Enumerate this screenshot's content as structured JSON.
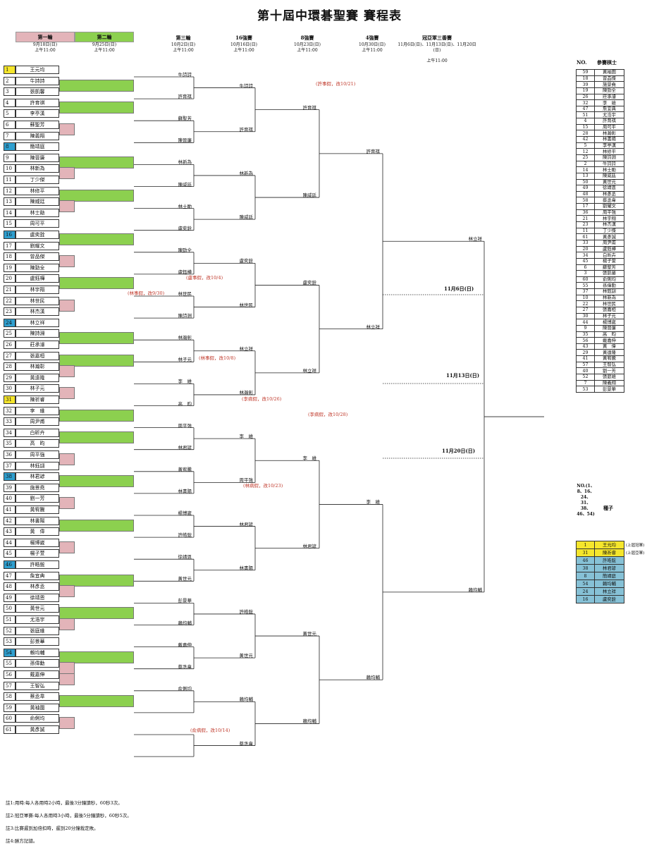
{
  "title": "第十屆中環碁聖賽 賽程表",
  "rounds": [
    {
      "name": "第一輪",
      "date": "9月18日(日)",
      "time": "上午11:00"
    },
    {
      "name": "第二輪",
      "date": "9月25日(日)",
      "time": "上午11:00"
    },
    {
      "name": "第三輪",
      "date": "10月2日(日)",
      "time": "上午11:00"
    },
    {
      "name": "16強賽",
      "date": "10月16日(日)",
      "time": "上午11:00"
    },
    {
      "name": "8強賽",
      "date": "10月23日(日)",
      "time": "上午11:00"
    },
    {
      "name": "4強賽",
      "date": "10月30日(日)",
      "time": "上午11:00"
    },
    {
      "name": "冠亞軍三番賽",
      "date": "11月6日(日)、11月13日(日)、11月20日(日)",
      "time": "上午11:00"
    }
  ],
  "colors": {
    "round1": "#e3b4b9",
    "round2": "#8cd04f",
    "seed_top": "#f5e62c",
    "seed_other": "#2f9fcf",
    "seed_table": "#86c1d6",
    "note": "#c0392b"
  },
  "players": [
    {
      "no": "1",
      "name": "王元均",
      "seed": "top"
    },
    {
      "no": "2",
      "name": "牛詩詩"
    },
    {
      "no": "3",
      "name": "張凱馨"
    },
    {
      "no": "4",
      "name": "許育祺"
    },
    {
      "no": "5",
      "name": "李亭漢"
    },
    {
      "no": "6",
      "name": "蘇聖芳"
    },
    {
      "no": "7",
      "name": "陳義翔"
    },
    {
      "no": "8",
      "name": "簡靖庭",
      "seed": "other"
    },
    {
      "no": "9",
      "name": "陳晉廉"
    },
    {
      "no": "10",
      "name": "林新為"
    },
    {
      "no": "11",
      "name": "丁少傑"
    },
    {
      "no": "12",
      "name": "林修平"
    },
    {
      "no": "13",
      "name": "陳威廷"
    },
    {
      "no": "14",
      "name": "林士勛"
    },
    {
      "no": "15",
      "name": "周可平"
    },
    {
      "no": "16",
      "name": "盧奕銓",
      "seed": "other"
    },
    {
      "no": "17",
      "name": "劉耀文"
    },
    {
      "no": "18",
      "name": "曾品傑"
    },
    {
      "no": "19",
      "name": "陳勁全"
    },
    {
      "no": "20",
      "name": "盧鈺樺"
    },
    {
      "no": "21",
      "name": "林宇翔"
    },
    {
      "no": "22",
      "name": "林世民"
    },
    {
      "no": "23",
      "name": "林杰漢"
    },
    {
      "no": "24",
      "name": "林立祥",
      "seed": "other"
    },
    {
      "no": "25",
      "name": "陳詩淵"
    },
    {
      "no": "26",
      "name": "莊承濬"
    },
    {
      "no": "27",
      "name": "張嘉桓"
    },
    {
      "no": "28",
      "name": "林瀚彰"
    },
    {
      "no": "29",
      "name": "黃遠隆"
    },
    {
      "no": "30",
      "name": "林子元"
    },
    {
      "no": "31",
      "name": "陳祈睿",
      "seed": "top"
    },
    {
      "no": "32",
      "name": "李　維"
    },
    {
      "no": "33",
      "name": "周尹甫"
    },
    {
      "no": "34",
      "name": "白昕卉"
    },
    {
      "no": "35",
      "name": "高　昀"
    },
    {
      "no": "36",
      "name": "周平強"
    },
    {
      "no": "37",
      "name": "林鈺翃"
    },
    {
      "no": "38",
      "name": "林君諺",
      "seed": "other"
    },
    {
      "no": "39",
      "name": "施景堯"
    },
    {
      "no": "40",
      "name": "劉一芳"
    },
    {
      "no": "41",
      "name": "黃宥騰"
    },
    {
      "no": "42",
      "name": "林書陽"
    },
    {
      "no": "43",
      "name": "黃　偉"
    },
    {
      "no": "44",
      "name": "楊博崴"
    },
    {
      "no": "45",
      "name": "楊子萱"
    },
    {
      "no": "46",
      "name": "許皓鋐",
      "seed": "other"
    },
    {
      "no": "47",
      "name": "詹宜典"
    },
    {
      "no": "48",
      "name": "林彥丞"
    },
    {
      "no": "49",
      "name": "徐靖恩"
    },
    {
      "no": "50",
      "name": "黃世元"
    },
    {
      "no": "51",
      "name": "尤浩宇"
    },
    {
      "no": "52",
      "name": "張庭維"
    },
    {
      "no": "53",
      "name": "彭景華"
    },
    {
      "no": "54",
      "name": "賴均輔",
      "seed": "other"
    },
    {
      "no": "55",
      "name": "孫偉勳"
    },
    {
      "no": "56",
      "name": "戴嘉伸"
    },
    {
      "no": "57",
      "name": "王智弘"
    },
    {
      "no": "58",
      "name": "蔡丞韋"
    },
    {
      "no": "59",
      "name": "黃袖圍"
    },
    {
      "no": "60",
      "name": "俞俐均"
    },
    {
      "no": "61",
      "name": "黃彥誠"
    }
  ],
  "r3_winners": [
    "牛詩詩",
    "許育祺",
    "蘇聖芳",
    "陳晉廉",
    "林新為",
    "陳威廷",
    "林士勛",
    "盧奕銓",
    "陳勁全",
    "盧鈺樺",
    "林世民",
    "陳詩淵",
    "林瀚彰",
    "林子元",
    "李　維",
    "高　昀",
    "周平強",
    "林君諺",
    "黃宥騰",
    "林書陽",
    "楊博崴",
    "許皓鋐",
    "徐靖恩",
    "黃世元",
    "彭景華",
    "賴均輔",
    "戴嘉伸",
    "蔡丞韋",
    "俞俐均"
  ],
  "r16_winners": [
    "牛詩詩",
    "許育祺",
    "林新為",
    "陳威廷",
    "盧奕銓",
    "林世民",
    "林立祥",
    "林瀚彰",
    "李　維",
    "周平強",
    "林君諺",
    "林書陽",
    "許皓鋐",
    "黃世元",
    "賴均輔",
    "蔡丞韋"
  ],
  "r8_winners": [
    "許育祺",
    "陳威廷",
    "盧奕銓",
    "林立祥",
    "李　維",
    "林君諺",
    "黃世元",
    "賴均輔"
  ],
  "r4_winners": [
    "許育祺",
    "林立祥",
    "李　維",
    "賴均輔"
  ],
  "final_winners": [
    "林立祥",
    "賴均輔"
  ],
  "notes": [
    "(許事假，改10/21)",
    "(盧事假，改10/4)",
    "(林事假，改9/30)",
    "(林事假，改10/8)",
    "(李病假，改10/26)",
    "(李病假，改10/28)",
    "(林病假，改10/23)",
    "(俞病假，改10/14)"
  ],
  "final_dates": [
    "11月6日(日)",
    "11月13日(日)",
    "11月20日(日)"
  ],
  "registration": {
    "header_no": "NO.",
    "header_name": "參賽棋士",
    "rows": [
      [
        "59",
        "黃袖圍"
      ],
      [
        "18",
        "曾品傑"
      ],
      [
        "39",
        "施景堯"
      ],
      [
        "19",
        "陳勁全"
      ],
      [
        "26",
        "莊承濬"
      ],
      [
        "32",
        "李　維"
      ],
      [
        "47",
        "詹宜典"
      ],
      [
        "51",
        "尤浩宇"
      ],
      [
        "4",
        "許育祺"
      ],
      [
        "15",
        "周可平"
      ],
      [
        "28",
        "林瀚彰"
      ],
      [
        "42",
        "林書陽"
      ],
      [
        "5",
        "李亭漢"
      ],
      [
        "12",
        "林修平"
      ],
      [
        "25",
        "陳詩淵"
      ],
      [
        "2",
        "牛詩詩"
      ],
      [
        "14",
        "林士勛"
      ],
      [
        "13",
        "陳威廷"
      ],
      [
        "50",
        "黃世元"
      ],
      [
        "49",
        "徐靖恩"
      ],
      [
        "48",
        "林彥丞"
      ],
      [
        "58",
        "蔡丞韋"
      ],
      [
        "17",
        "劉耀文"
      ],
      [
        "36",
        "周平強"
      ],
      [
        "21",
        "林宇翔"
      ],
      [
        "23",
        "林杰漢"
      ],
      [
        "11",
        "丁少傑"
      ],
      [
        "61",
        "黃彥誠"
      ],
      [
        "33",
        "周尹甫"
      ],
      [
        "20",
        "盧鈺樺"
      ],
      [
        "34",
        "白昕卉"
      ],
      [
        "45",
        "楊子萱"
      ],
      [
        "6",
        "蘇聖芳"
      ],
      [
        "3",
        "張凱馨"
      ],
      [
        "60",
        "俞俐均"
      ],
      [
        "55",
        "孫偉勳"
      ],
      [
        "37",
        "林鈺翃"
      ],
      [
        "10",
        "林新為"
      ],
      [
        "22",
        "林世民"
      ],
      [
        "27",
        "張嘉桓"
      ],
      [
        "30",
        "林子元"
      ],
      [
        "44",
        "楊博崴"
      ],
      [
        "9",
        "陳晉廉"
      ],
      [
        "35",
        "高　昀"
      ],
      [
        "56",
        "戴嘉伸"
      ],
      [
        "43",
        "黃　偉"
      ],
      [
        "29",
        "黃遠隆"
      ],
      [
        "41",
        "黃宥騰"
      ],
      [
        "57",
        "王智弘"
      ],
      [
        "40",
        "劉一芳"
      ],
      [
        "52",
        "張庭維"
      ],
      [
        "7",
        "陳義翔"
      ],
      [
        "53",
        "彭景華"
      ]
    ]
  },
  "seeds": {
    "header_no": "NO.(1、8、16、24、31、38、46、54)",
    "header_name": "種子",
    "rows": [
      {
        "no": "1",
        "name": "王元均",
        "note": "(上屆冠軍)",
        "kind": "top"
      },
      {
        "no": "31",
        "name": "陳祈睿",
        "note": "(上屆亞軍)",
        "kind": "top"
      },
      {
        "no": "46",
        "name": "許皓鋐",
        "note": "",
        "kind": "other"
      },
      {
        "no": "38",
        "name": "林君諺",
        "note": "",
        "kind": "other"
      },
      {
        "no": "8",
        "name": "簡靖庭",
        "note": "",
        "kind": "other"
      },
      {
        "no": "54",
        "name": "賴均輔",
        "note": "",
        "kind": "other"
      },
      {
        "no": "24",
        "name": "林立祥",
        "note": "",
        "kind": "other"
      },
      {
        "no": "16",
        "name": "盧奕銓",
        "note": "",
        "kind": "other"
      }
    ]
  },
  "footnotes": [
    "註1:用時:每人各用時2小時，最後3分鐘讀秒，60秒3次。",
    "註2:冠亞軍賽:每人各用時3小時，最後5分鐘讀秒，60秒5次。",
    "註3:比賽遲到加倍扣時，遲到20分鐘裁定敗。",
    "註4:勝方記譜。"
  ]
}
